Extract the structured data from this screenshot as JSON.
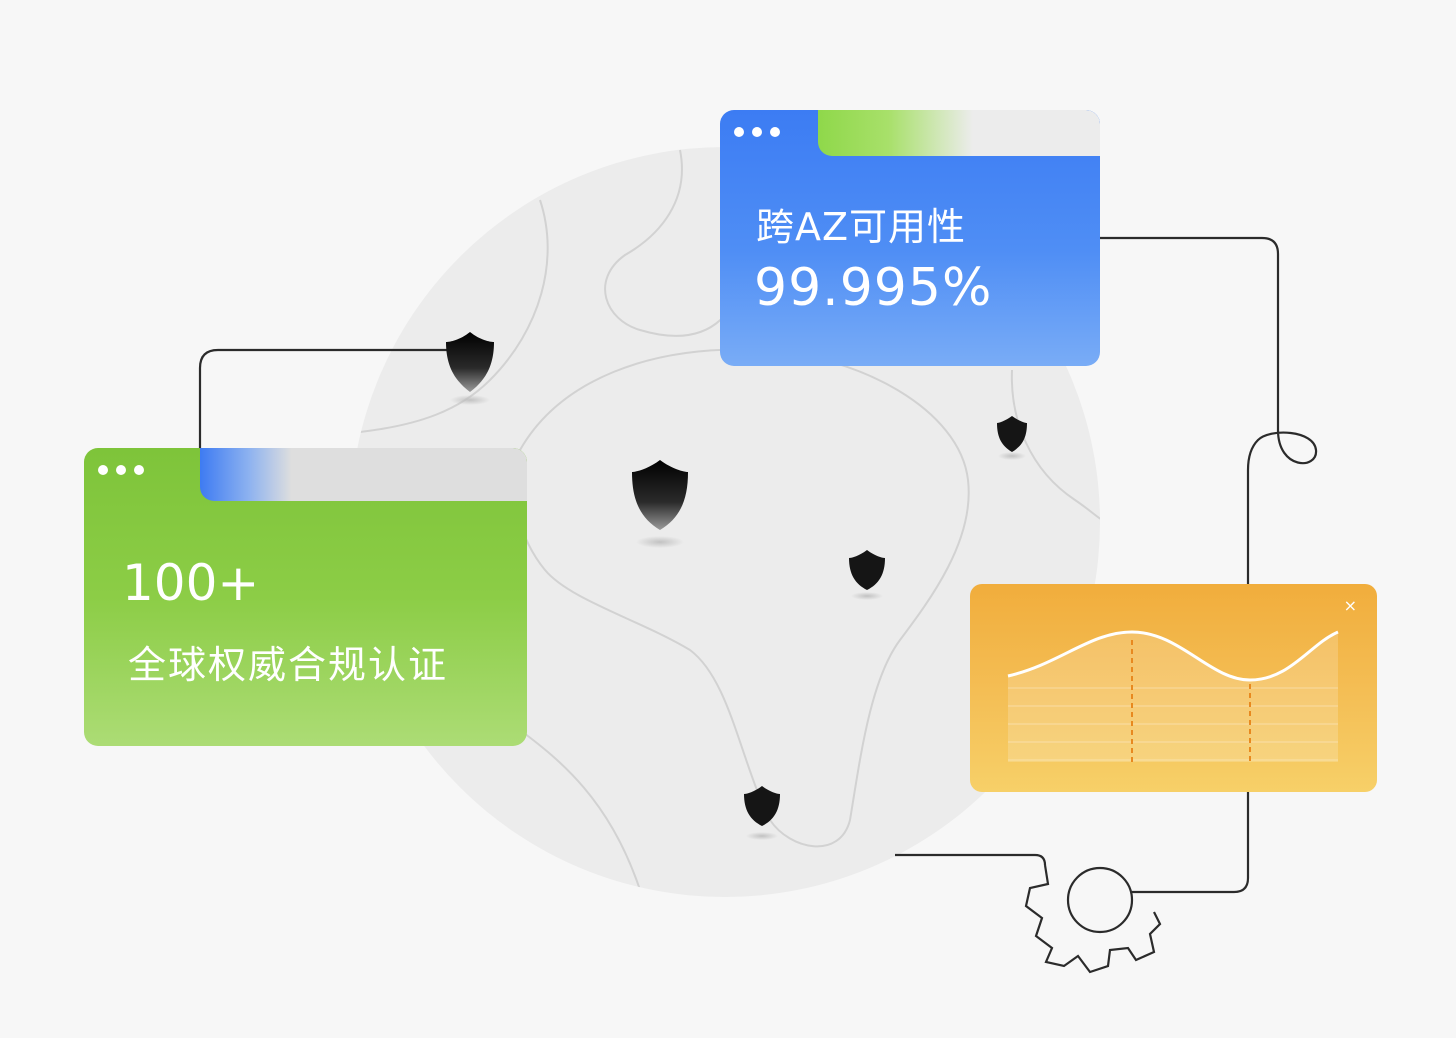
{
  "az_card": {
    "label": "跨AZ可用性",
    "value": "99.995%"
  },
  "cert_card": {
    "value": "100+",
    "label": "全球权威合规认证"
  },
  "chart_card": {
    "close_glyph": "×",
    "icon": "sine-wave-chart"
  },
  "colors": {
    "background": "#f7f7f7",
    "globe": "#ebebeb",
    "blue_card": "#3c7cf3",
    "green_card": "#7ec43a",
    "orange_card": "#f1ad3c",
    "shield": "#111111"
  },
  "icons": [
    "shield-icon",
    "gear-icon",
    "window-dots-icon",
    "close-icon"
  ]
}
